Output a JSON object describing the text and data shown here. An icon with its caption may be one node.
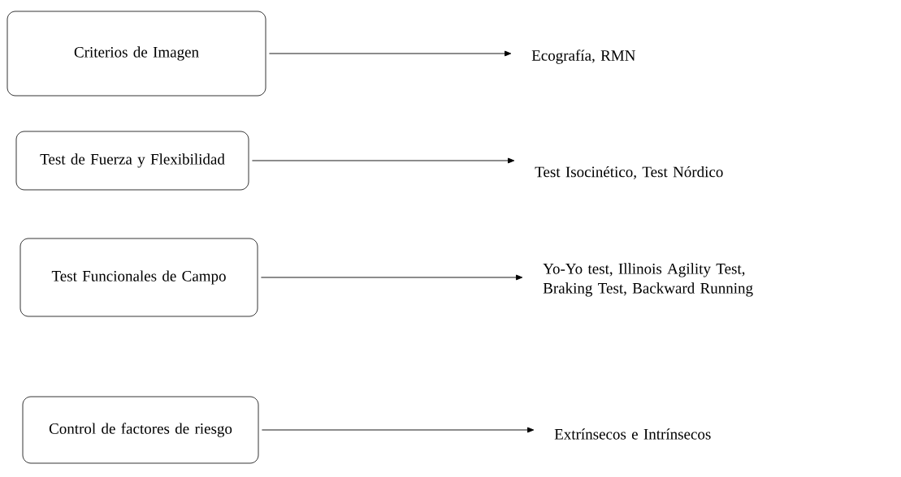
{
  "diagram": {
    "nodes": [
      {
        "text": [
          "Criterios de Imagen"
        ]
      },
      {
        "text": [
          "Test de Fuerza y Flexibilidad"
        ]
      },
      {
        "text": [
          "Test Funcionales de Campo"
        ]
      },
      {
        "text": [
          "Control de factores de riesgo"
        ]
      },
      {
        "text": [
          "Ecografía, RMN"
        ]
      },
      {
        "text": [
          "Test Isocinético, Test Nórdico"
        ]
      },
      {
        "text": [
          "Yo-Yo test, Illinois Agility Test, Braking Test, Backward Running"
        ]
      },
      {
        "text": [
          "Extrínsecos e Intrínsecos"
        ]
      }
    ],
    "edges": [
      {
        "from": 0,
        "to": 4,
        "arrow": "to"
      },
      {
        "from": 1,
        "to": 5,
        "arrow": "to"
      },
      {
        "from": 2,
        "to": 6,
        "arrow": "to"
      },
      {
        "from": 3,
        "to": 7,
        "arrow": "to"
      }
    ]
  }
}
